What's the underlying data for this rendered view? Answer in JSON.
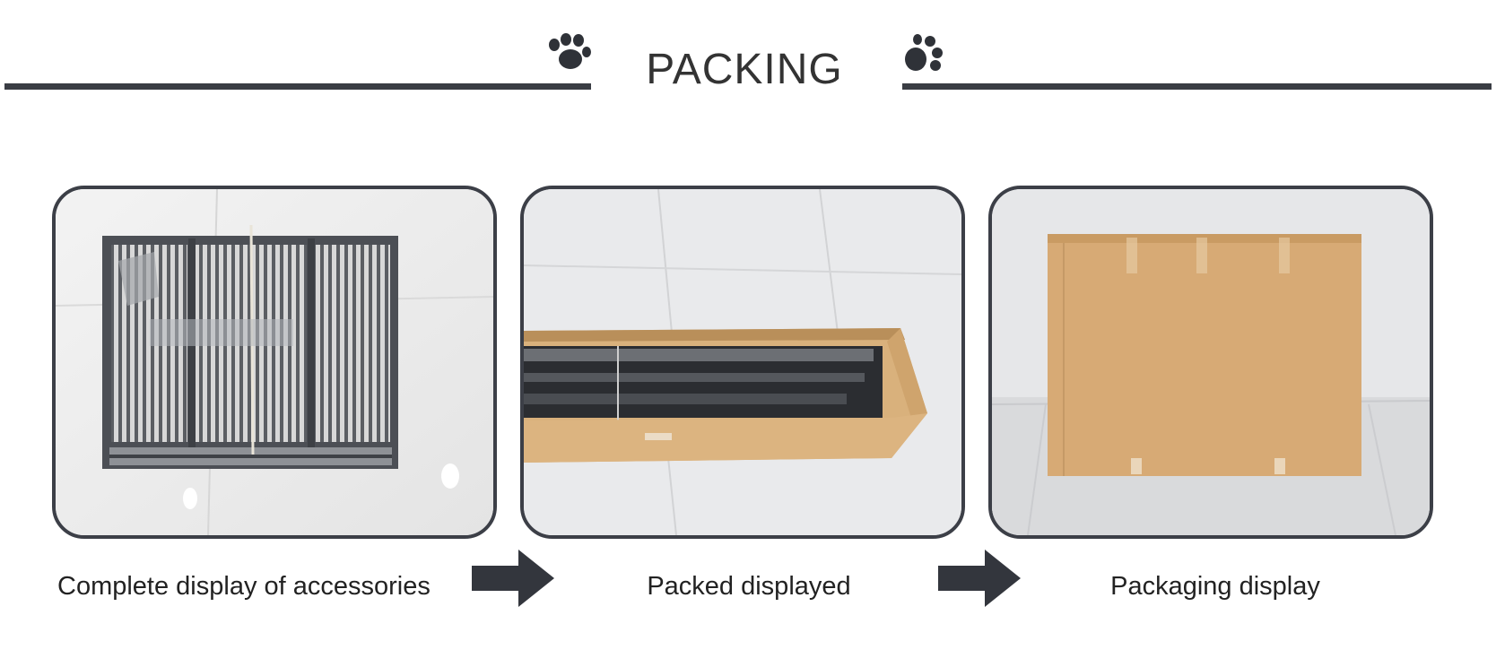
{
  "header": {
    "title": "PACKING",
    "left_icon": "paw-icon",
    "right_icon": "paw-icon"
  },
  "steps": [
    {
      "caption": "Complete display of accessories",
      "image": "folded-cage-photo"
    },
    {
      "caption": "Packed displayed",
      "image": "open-box-photo"
    },
    {
      "caption": "Packaging display",
      "image": "sealed-box-photo"
    }
  ],
  "arrow_icon": "arrow-right-icon",
  "colors": {
    "dark": "#3a3d44",
    "cardboard": "#d9b17c"
  }
}
